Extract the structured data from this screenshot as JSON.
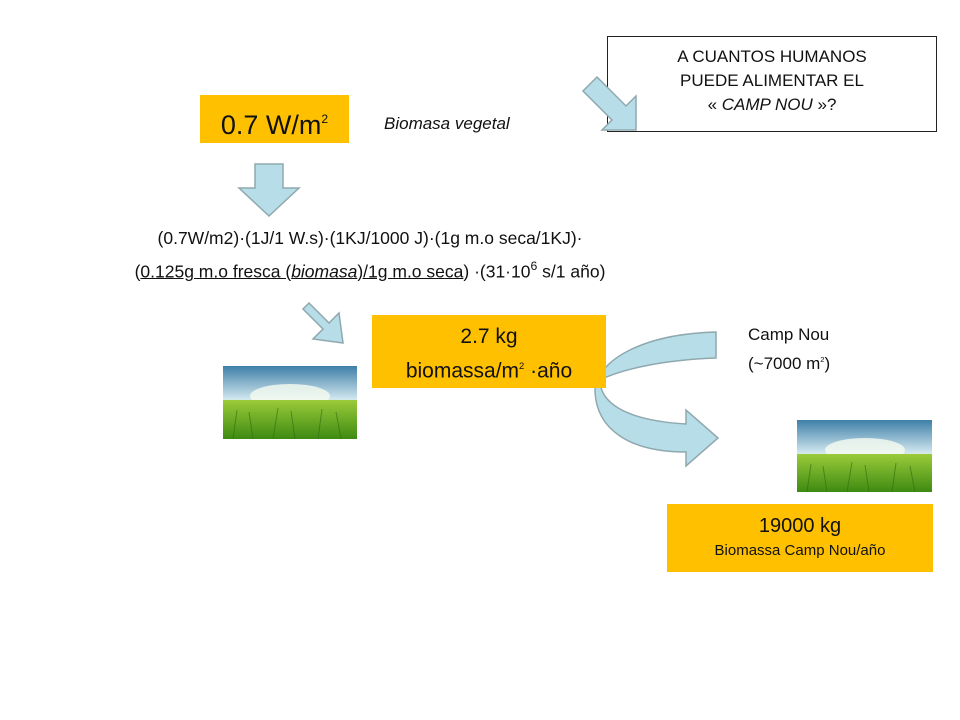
{
  "question": {
    "line1": "A CUANTOS HUMANOS",
    "line2": "PUEDE ALIMENTAR EL",
    "line3_prefix": "« ",
    "line3_italic": "CAMP NOU",
    "line3_suffix": " »?"
  },
  "power": {
    "value": "0.7 W/m",
    "exp": "2"
  },
  "vegetal_label": "Biomasa vegetal",
  "formula": {
    "line1": "(0.7W/m2)·(1J/1 W.s)·(1KJ/1000 J)·(1g m.o seca/1KJ)·",
    "l2_open": "(",
    "l2_u1": "0.125g m.o fresca (",
    "l2_u_it": "biomasa",
    "l2_u2": ")/1g m.o seca",
    "l2_mid": ") ·(31·10",
    "l2_exp": "6",
    "l2_end": " s/1 año)"
  },
  "biomass_box": {
    "line1": "2.7 kg",
    "line2_a": "biomassa/m",
    "line2_exp": "2",
    "line2_b": " ·año"
  },
  "camp_nou": {
    "line1": "Camp Nou",
    "line2_a": "(~7000 m",
    "line2_exp": "2",
    "line2_b": ")"
  },
  "result": {
    "value": "19000 kg",
    "label": "Biomassa Camp Nou/año"
  },
  "colors": {
    "orange": "#FFC000",
    "arrow_fill": "#B7DEE8",
    "arrow_stroke": "#8FA8AE"
  },
  "icons": [
    "down-arrow-icon",
    "diagonal-arrow-icon",
    "curved-arrow-icon",
    "grass-image"
  ]
}
